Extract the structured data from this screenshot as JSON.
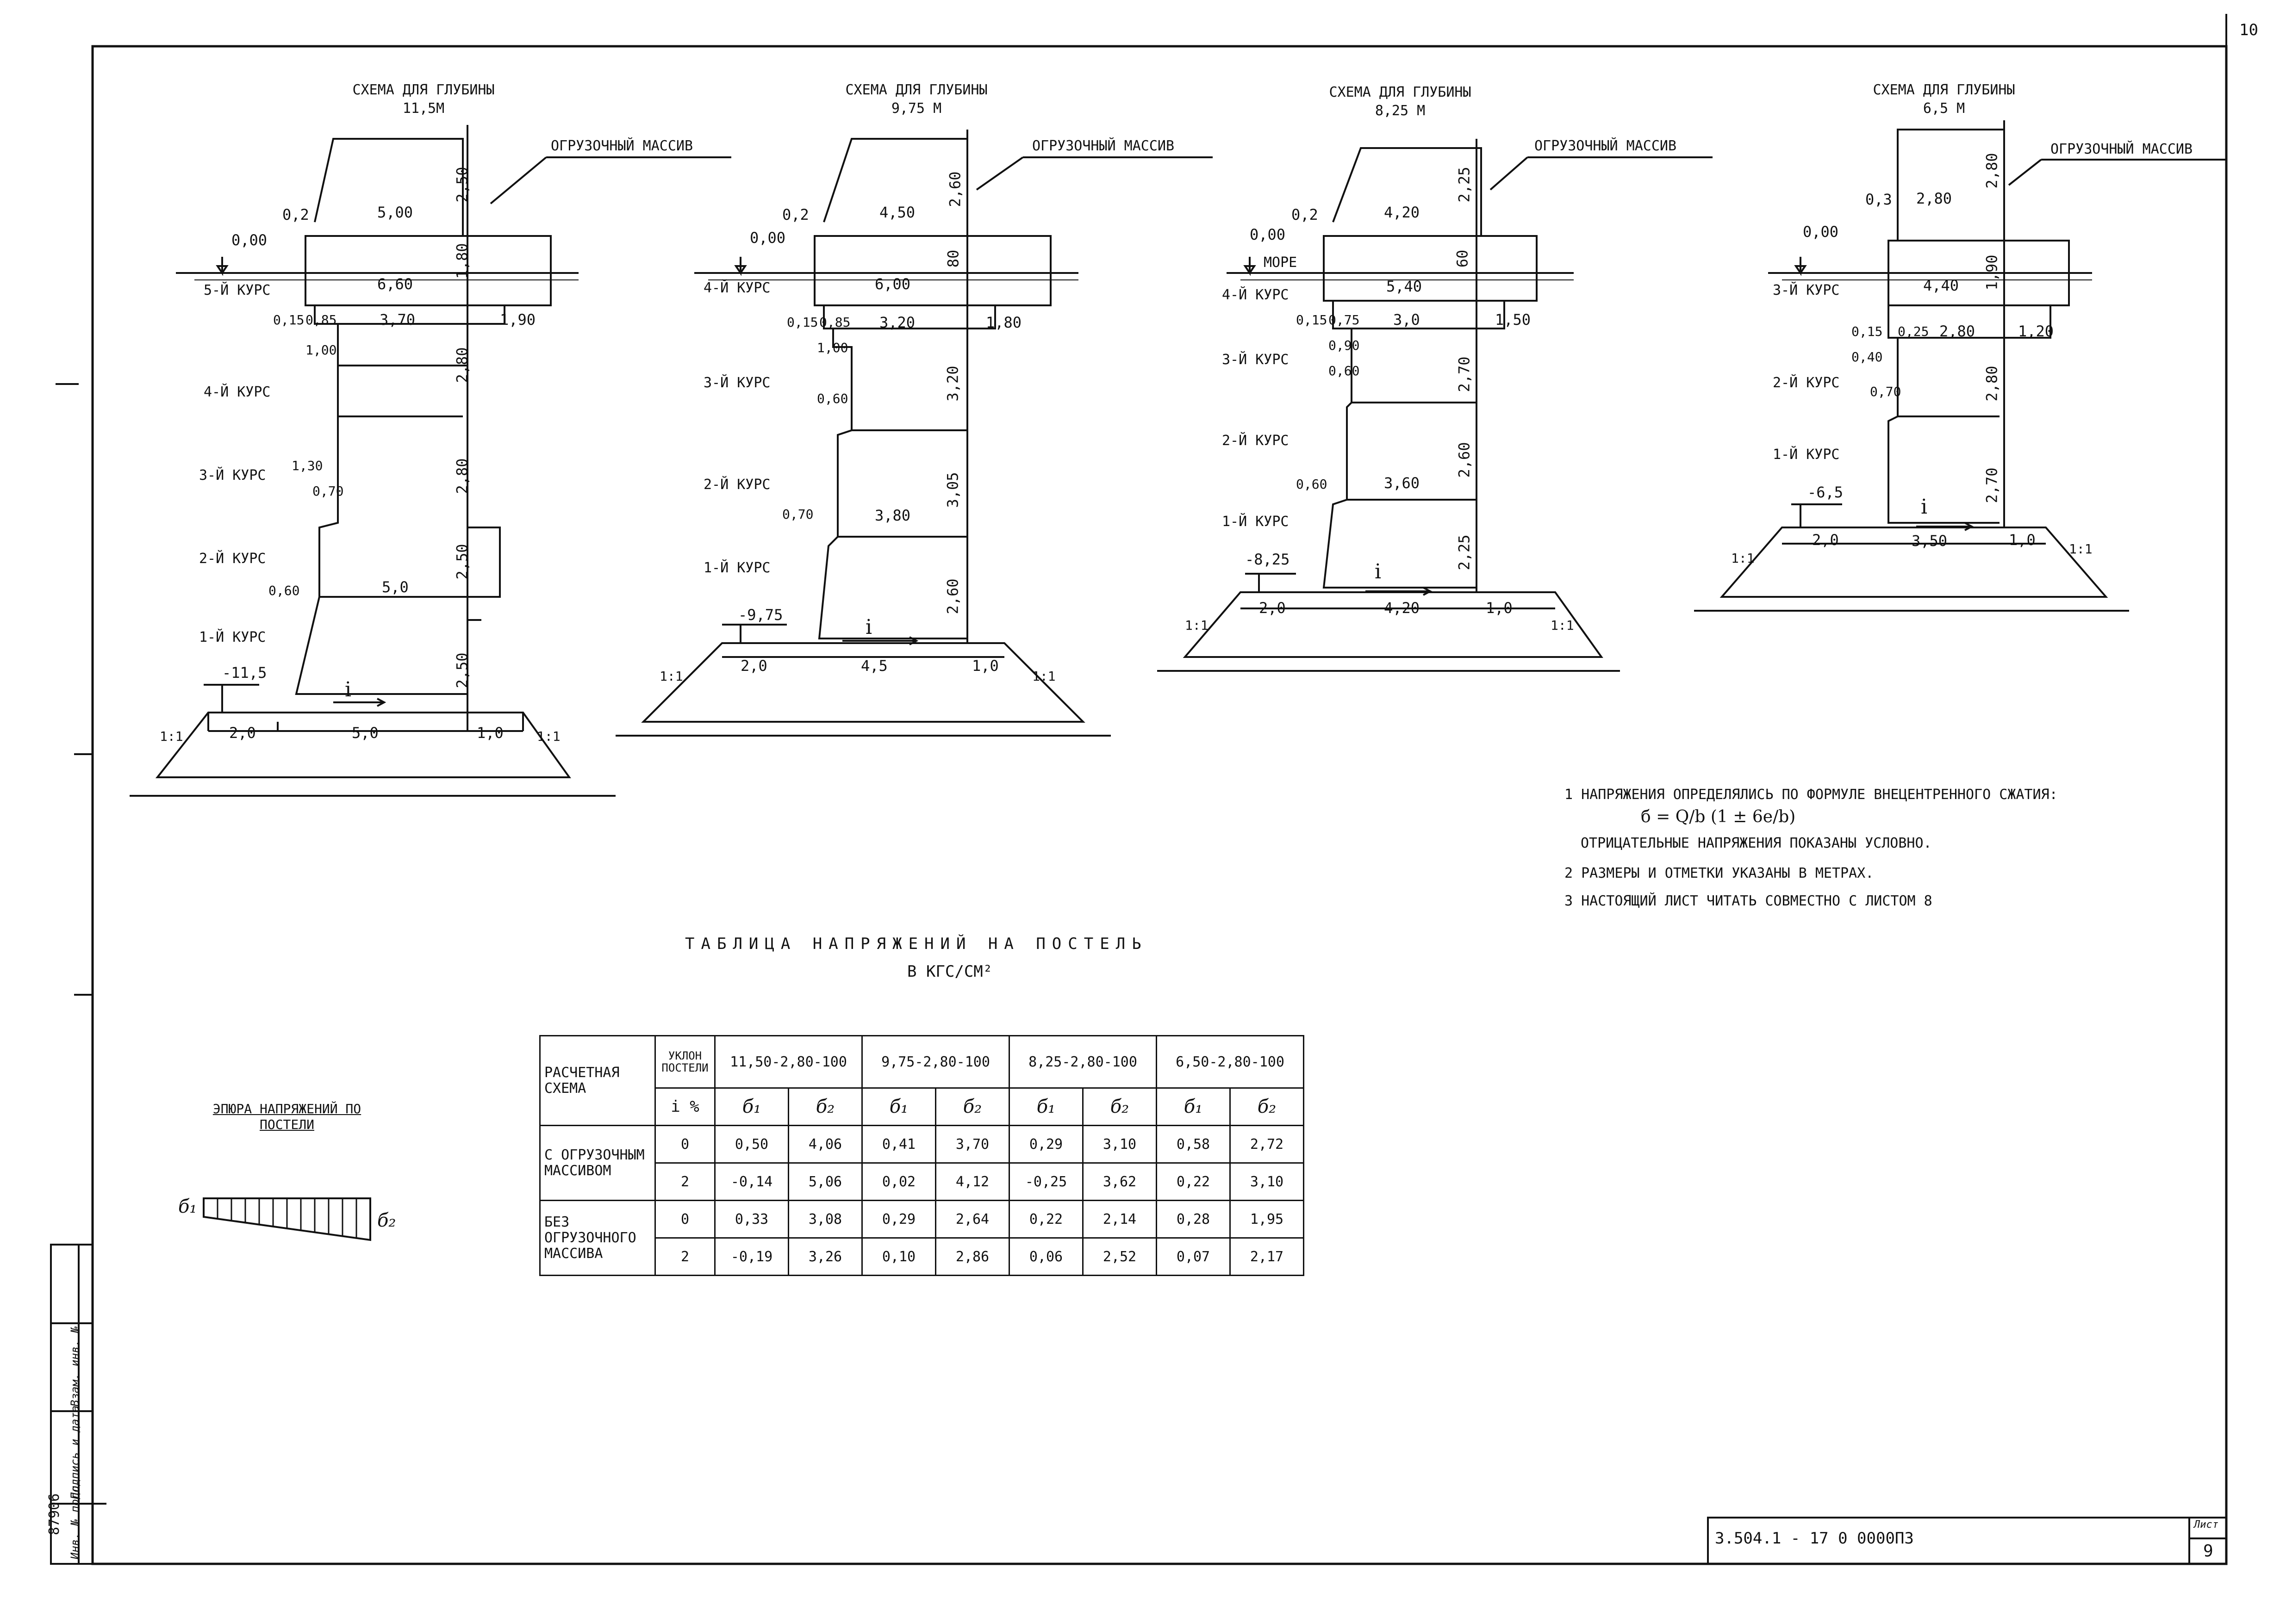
{
  "sheet": {
    "top_number": "10",
    "code": "3.504.1 - 17  0 0000ПЗ",
    "sheet_label": "Лист",
    "sheet_number": "9",
    "side_stamp": [
      "Инв. № подл.",
      "Подпись и дата",
      "Взам. инв. №"
    ],
    "inv_number": "87906"
  },
  "schemes": [
    {
      "title_line1": "СХЕМА ДЛЯ ГЛУБИНЫ",
      "title_line2": "11,5М",
      "massif_label": "ОГРУЗОЧНЫЙ МАССИВ",
      "zero_mark": "0,00",
      "bottom_mark": "-11,5",
      "courses": [
        "5-Й КУРС",
        "4-Й КУРС",
        "3-Й КУРС",
        "2-Й КУРС",
        "1-Й КУРС"
      ],
      "dims": [
        "0,2",
        "5,00",
        "2,50",
        "6,60",
        "1,80",
        "0,15",
        "0,85",
        "3,70",
        "1,90",
        "1,00",
        "2,80",
        "1,30",
        "0,70",
        "2,80",
        "2,50",
        "0,60",
        "5,0",
        "2,50",
        "2,0",
        "5,0",
        "1,0",
        "1:1",
        "1:1",
        "i"
      ]
    },
    {
      "title_line1": "СХЕМА ДЛЯ ГЛУБИНЫ",
      "title_line2": "9,75 М",
      "massif_label": "ОГРУЗОЧНЫЙ МАССИВ",
      "zero_mark": "0,00",
      "bottom_mark": "-9,75",
      "courses": [
        "4-Й КУРС",
        "3-Й КУРС",
        "2-Й КУРС",
        "1-Й КУРС"
      ],
      "dims": [
        "0,2",
        "4,50",
        "2,60",
        "6,00",
        "80",
        "0,15",
        "0,85",
        "3,20",
        "1,80",
        "1,00",
        "3,20",
        "0,60",
        "3,05",
        "0,70",
        "3,80",
        "2,60",
        "2,0",
        "4,5",
        "1,0",
        "1:1",
        "1:1",
        "i"
      ]
    },
    {
      "title_line1": "СХЕМА ДЛЯ ГЛУБИНЫ",
      "title_line2": "8,25 М",
      "massif_label": "ОГРУЗОЧНЫЙ МАССИВ",
      "zero_mark": "0,00",
      "sea_label": "МОРЕ",
      "bottom_mark": "-8,25",
      "courses": [
        "4-Й КУРС",
        "3-Й КУРС",
        "2-Й КУРС",
        "1-Й КУРС"
      ],
      "dims": [
        "0,2",
        "4,20",
        "2,25",
        "5,40",
        "60",
        "0,15",
        "0,75",
        "3,0",
        "1,50",
        "0,90",
        "2,70",
        "0,60",
        "2,60",
        "0,60",
        "3,60",
        "2,25",
        "2,0",
        "4,20",
        "1,0",
        "1:1",
        "1:1",
        "i"
      ]
    },
    {
      "title_line1": "СХЕМА ДЛЯ ГЛУБИНЫ",
      "title_line2": "6,5 М",
      "massif_label": "ОГРУЗОЧНЫЙ МАССИВ",
      "zero_mark": "0,00",
      "bottom_mark": "-6,5",
      "courses": [
        "3-Й КУРС",
        "2-Й КУРС",
        "1-Й КУРС"
      ],
      "dims": [
        "0,3",
        "2,80",
        "2,80",
        "4,40",
        "1,90",
        "0,15",
        "0,25",
        "2,80",
        "1,20",
        "0,40",
        "2,80",
        "0,70",
        "2,70",
        "2,0",
        "3,50",
        "1,0",
        "1:1",
        "1:1",
        "i"
      ]
    }
  ],
  "notes": {
    "n1": "1  НАПРЯЖЕНИЯ ОПРЕДЕЛЯЛИСЬ ПО ФОРМУЛЕ ВНЕЦЕНТРЕННОГО СЖАТИЯ:",
    "formula": "б = Q/b (1 ± 6e/b)",
    "n1b": "ОТРИЦАТЕЛЬНЫЕ НАПРЯЖЕНИЯ ПОКАЗАНЫ УСЛОВНО.",
    "n2": "2  РАЗМЕРЫ И ОТМЕТКИ УКАЗАНЫ В МЕТРАХ.",
    "n3": "3  НАСТОЯЩИЙ ЛИСТ ЧИТАТЬ СОВМЕСТНО С ЛИСТОМ 8"
  },
  "table": {
    "title": "ТАБЛИЦА НАПРЯЖЕНИЙ НА ПОСТЕЛЬ",
    "units": "В КГС/СМ²",
    "col_scheme": "РАСЧЕТНАЯ СХЕМА",
    "col_slope": "УКЛОН ПОСТЕЛИ",
    "slope_unit": "i %",
    "groups": [
      "11,50-2,80-100",
      "9,75-2,80-100",
      "8,25-2,80-100",
      "6,50-2,80-100"
    ],
    "sig1": "б₁",
    "sig2": "б₂",
    "row_group1": "С ОГРУЗОЧНЫМ МАССИВОМ",
    "row_group2": "БЕЗ ОГРУЗОЧНОГО МАССИВА",
    "rows": [
      {
        "i": "0",
        "v": [
          "0,50",
          "4,06",
          "0,41",
          "3,70",
          "0,29",
          "3,10",
          "0,58",
          "2,72"
        ]
      },
      {
        "i": "2",
        "v": [
          "-0,14",
          "5,06",
          "0,02",
          "4,12",
          "-0,25",
          "3,62",
          "0,22",
          "3,10"
        ]
      },
      {
        "i": "0",
        "v": [
          "0,33",
          "3,08",
          "0,29",
          "2,64",
          "0,22",
          "2,14",
          "0,28",
          "1,95"
        ]
      },
      {
        "i": "2",
        "v": [
          "-0,19",
          "3,26",
          "0,10",
          "2,86",
          "0,06",
          "2,52",
          "0,07",
          "2,17"
        ]
      }
    ]
  },
  "epure": {
    "title": "ЭПЮРА НАПРЯЖЕНИЙ ПО ПОСТЕЛИ",
    "left": "б₁",
    "right": "б₂"
  }
}
